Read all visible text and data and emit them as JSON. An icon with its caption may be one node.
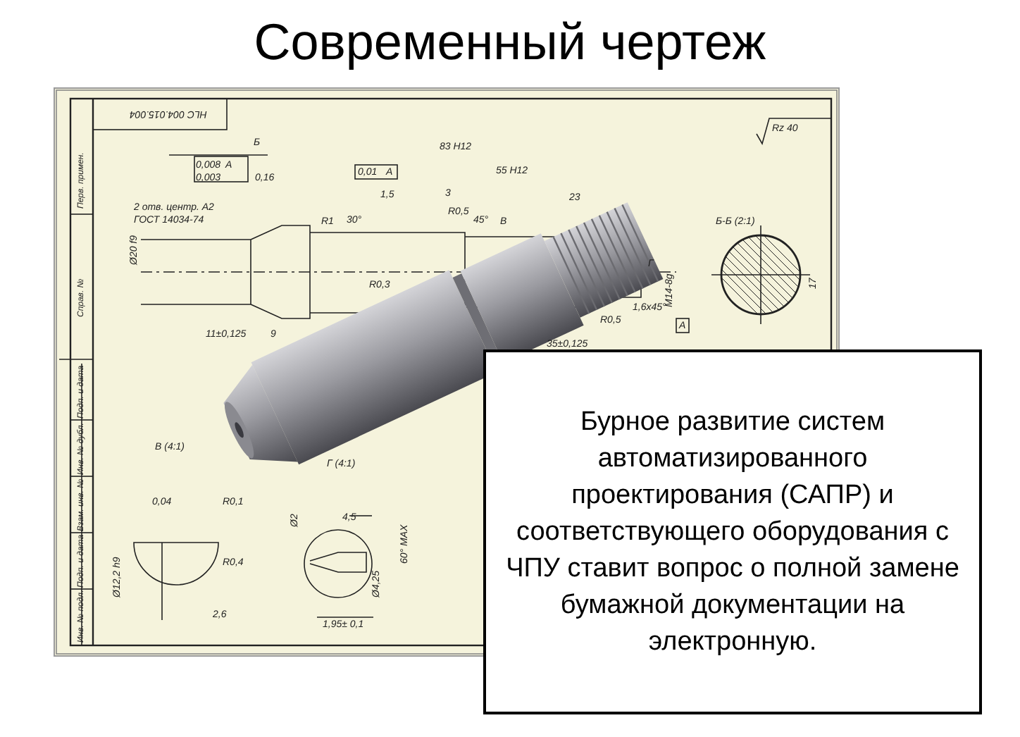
{
  "diagram": {
    "title": "Современный чертеж",
    "nodes": [
      {
        "text": [
          "Бурное развитие систем автоматизированного проектирования (САПР) и соответствующего оборудования с ЧПУ ставит вопрос о полной замене бумажной документации на электронную."
        ]
      }
    ],
    "labels": [
      "НLС 004.015.004",
      "Rz 40",
      "Б",
      "83 H12",
      "0,008",
      "А",
      "0,003",
      "0,16",
      "0,01",
      "А",
      "55 H12",
      "2 отв. центр. А2",
      "ГОСТ 14034-74",
      "1,5",
      "3",
      "23",
      "R1",
      "30°",
      "R0,5",
      "45°",
      "В",
      "Б-Б (2:1)",
      "Ø20 f9",
      "R0,3",
      "Г",
      "M14-8g",
      "17",
      "1,6x45°",
      "А",
      "11±0,125",
      "9",
      "R0,5",
      "35±0,125",
      "В (4:1)",
      "Г (4:1)",
      "0,04",
      "R0,1",
      "4,5",
      "Ø2",
      "R0,4",
      "60° MAX",
      "Ø4,25",
      "Ø12,2 h9",
      "2,6",
      "1,95± 0,1",
      "Перв. примен.",
      "Справ. №",
      "Подп. и дата",
      "Инв. № дубл.",
      "Взам. инв. №",
      "Подп. и дата",
      "Инв. № подл."
    ]
  }
}
